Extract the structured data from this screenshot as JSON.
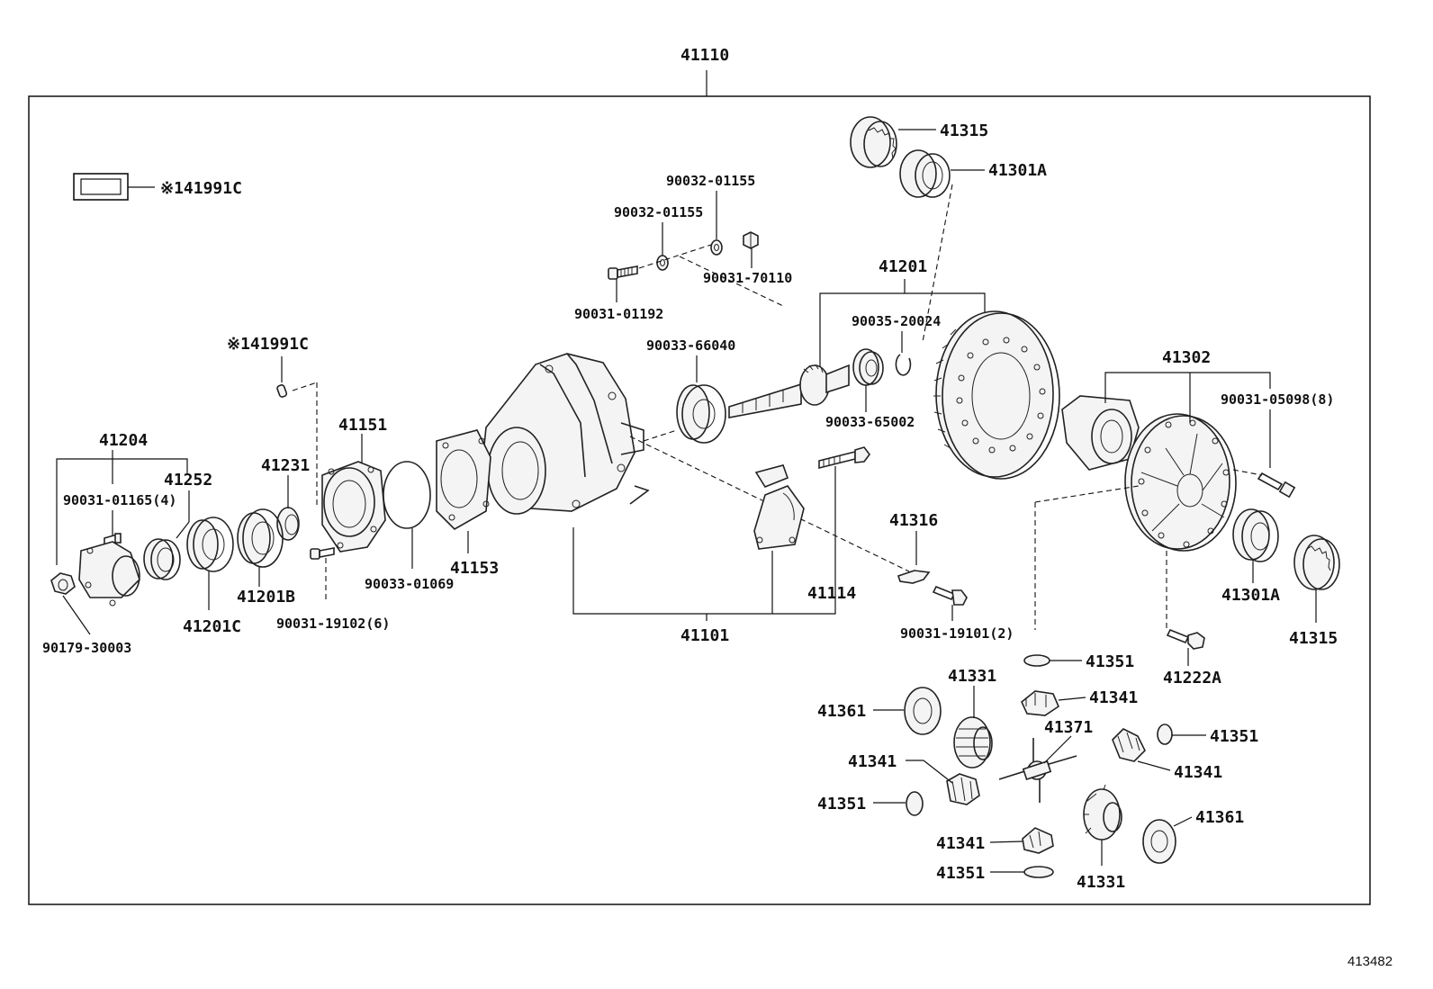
{
  "diagram": {
    "assembly_label": "41110",
    "reference_code": "413482",
    "labels": {
      "l41991c_top": "※141991C",
      "l41991c_mid": "※141991C",
      "l41315_top": "41315",
      "l41301a_top": "41301A",
      "l90032_01155_a": "90032-01155",
      "l90032_01155_b": "90032-01155",
      "l90031_70110": "90031-70110",
      "l90031_01192": "90031-01192",
      "l41201": "41201",
      "l90035_20024": "90035-20024",
      "l90033_66040": "90033-66040",
      "l90033_65002": "90033-65002",
      "l41302": "41302",
      "l90031_05098": "90031-05098(8)",
      "l41204": "41204",
      "l41252": "41252",
      "l90031_01165": "90031-01165(4)",
      "l41231": "41231",
      "l41151": "41151",
      "l41153": "41153",
      "l90033_01069": "90033-01069",
      "l41201b": "41201B",
      "l41201c": "41201C",
      "l90031_19102": "90031-19102(6)",
      "l90179_30003": "90179-30003",
      "l41316": "41316",
      "l41114": "41114",
      "l41101": "41101",
      "l90031_19101": "90031-19101(2)",
      "l41301a_bot": "41301A",
      "l41315_bot": "41315",
      "l41222a": "41222A",
      "l41351_a": "41351",
      "l41331_a": "41331",
      "l41341_a": "41341",
      "l41361_a": "41361",
      "l41371": "41371",
      "l41351_b": "41351",
      "l41341_b": "41341",
      "l41341_c": "41341",
      "l41351_c": "41351",
      "l41361_b": "41361",
      "l41341_d": "41341",
      "l41351_d": "41351",
      "l41331_b": "41331"
    }
  }
}
